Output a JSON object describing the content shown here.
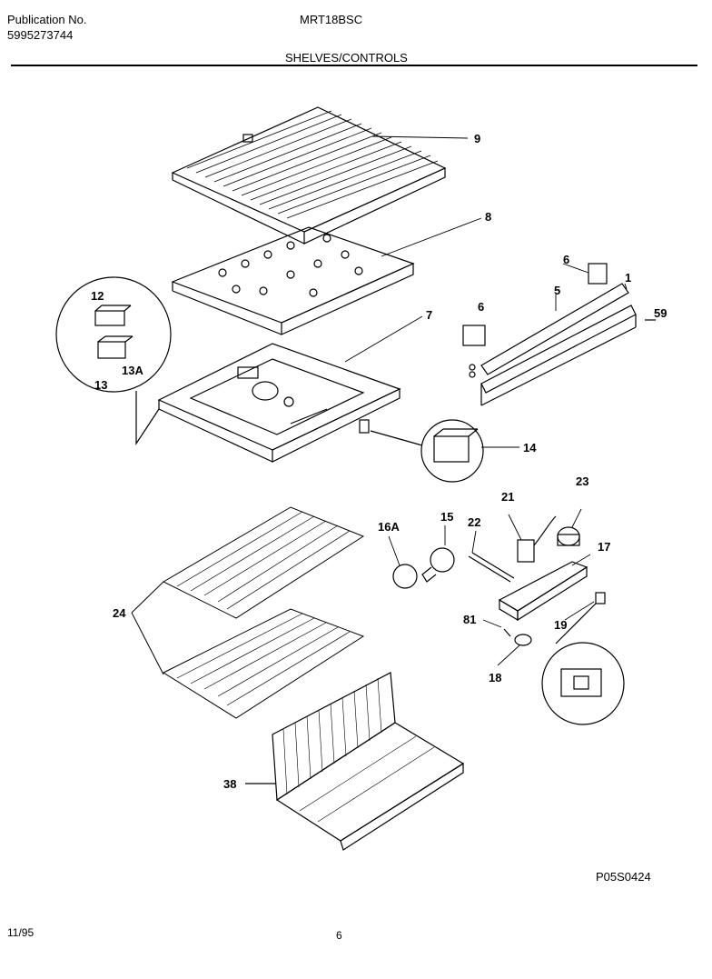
{
  "header": {
    "pub_label": "Publication No.",
    "pub_number": "5995273744",
    "model": "MRT18BSC",
    "section_title": "SHELVES/CONTROLS"
  },
  "callouts": {
    "p9": "9",
    "p8": "8",
    "p7": "7",
    "p6a": "6",
    "p6b": "6",
    "p1": "1",
    "p5": "5",
    "p59": "59",
    "p12": "12",
    "p13": "13",
    "p13a": "13A",
    "p14": "14",
    "p23": "23",
    "p21": "21",
    "p22": "22",
    "p15": "15",
    "p16a": "16A",
    "p17": "17",
    "p81": "81",
    "p19": "19",
    "p18": "18",
    "p24": "24",
    "p38": "38"
  },
  "footer": {
    "diagram_code": "P05S0424",
    "date": "11/95",
    "page": "6"
  }
}
